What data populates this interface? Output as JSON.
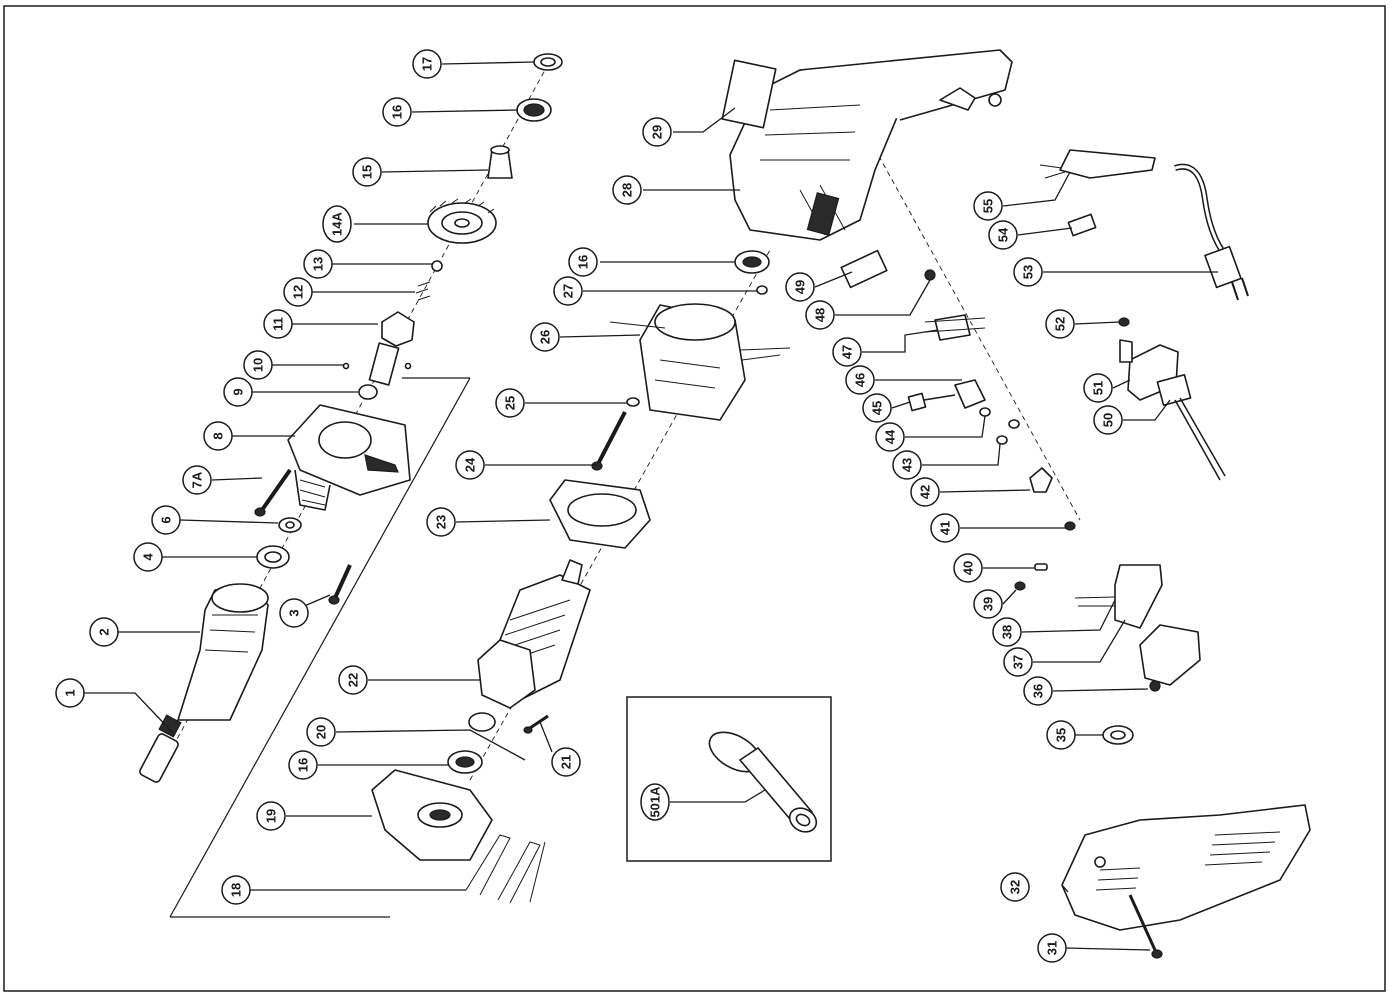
{
  "diagram": {
    "type": "exploded-parts-view",
    "colors": {
      "ink": "#1a1a1a",
      "paper": "#ffffff"
    }
  },
  "callouts": [
    {
      "id": "c1",
      "label": "1"
    },
    {
      "id": "c2",
      "label": "2"
    },
    {
      "id": "c3",
      "label": "3"
    },
    {
      "id": "c4",
      "label": "4"
    },
    {
      "id": "c6",
      "label": "6"
    },
    {
      "id": "c7a",
      "label": "7A"
    },
    {
      "id": "c8",
      "label": "8"
    },
    {
      "id": "c9",
      "label": "9"
    },
    {
      "id": "c10",
      "label": "10"
    },
    {
      "id": "c11",
      "label": "11"
    },
    {
      "id": "c12",
      "label": "12"
    },
    {
      "id": "c13",
      "label": "13"
    },
    {
      "id": "c14a",
      "label": "14A"
    },
    {
      "id": "c15",
      "label": "15"
    },
    {
      "id": "c16a",
      "label": "16"
    },
    {
      "id": "c17",
      "label": "17"
    },
    {
      "id": "c16b",
      "label": "16"
    },
    {
      "id": "c16c",
      "label": "16"
    },
    {
      "id": "c18",
      "label": "18"
    },
    {
      "id": "c19",
      "label": "19"
    },
    {
      "id": "c20",
      "label": "20"
    },
    {
      "id": "c21",
      "label": "21"
    },
    {
      "id": "c22",
      "label": "22"
    },
    {
      "id": "c23",
      "label": "23"
    },
    {
      "id": "c24",
      "label": "24"
    },
    {
      "id": "c25",
      "label": "25"
    },
    {
      "id": "c26",
      "label": "26"
    },
    {
      "id": "c27",
      "label": "27"
    },
    {
      "id": "c28",
      "label": "28"
    },
    {
      "id": "c29",
      "label": "29"
    },
    {
      "id": "c31",
      "label": "31"
    },
    {
      "id": "c32",
      "label": "32"
    },
    {
      "id": "c35",
      "label": "35"
    },
    {
      "id": "c36",
      "label": "36"
    },
    {
      "id": "c37",
      "label": "37"
    },
    {
      "id": "c38",
      "label": "38"
    },
    {
      "id": "c39",
      "label": "39"
    },
    {
      "id": "c40",
      "label": "40"
    },
    {
      "id": "c41",
      "label": "41"
    },
    {
      "id": "c42",
      "label": "42"
    },
    {
      "id": "c43",
      "label": "43"
    },
    {
      "id": "c44",
      "label": "44"
    },
    {
      "id": "c45",
      "label": "45"
    },
    {
      "id": "c46",
      "label": "46"
    },
    {
      "id": "c47",
      "label": "47"
    },
    {
      "id": "c48",
      "label": "48"
    },
    {
      "id": "c49",
      "label": "49"
    },
    {
      "id": "c50",
      "label": "50"
    },
    {
      "id": "c51",
      "label": "51"
    },
    {
      "id": "c52",
      "label": "52"
    },
    {
      "id": "c53",
      "label": "53"
    },
    {
      "id": "c54",
      "label": "54"
    },
    {
      "id": "c55",
      "label": "55"
    },
    {
      "id": "c501a",
      "label": "501A"
    }
  ]
}
